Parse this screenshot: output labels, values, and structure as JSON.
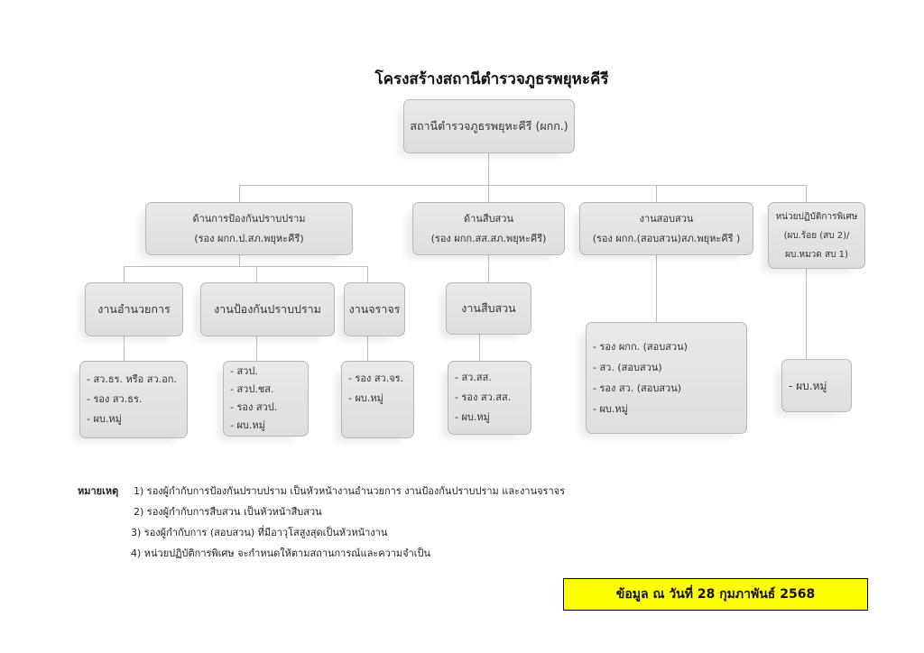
{
  "title": "โครงสร้างสถานีตำรวจภูธรพยุหะคีรี",
  "root": "สถานีตำรวจภูธรพยุหะคีรี (ผกก.)",
  "level2": [
    {
      "line1": "ด้านการป้องกันปราบปราม",
      "line2": "(รอง ผกก.ป.สภ.พยุหะคีรี)"
    },
    {
      "line1": "ด้านสืบสวน",
      "line2": "(รอง ผกก.สส.สภ.พยุหะคีรี)"
    },
    {
      "line1": "งานสอบสวน",
      "line2": "(รอง ผกก.(สอบสวน)สภ.พยุหะคีรี )"
    },
    {
      "line1": "หน่วยปฏิบัติการพิเศษ",
      "line2": "(ผบ.ร้อย (สบ 2)/",
      "line3": "ผบ.หมวด สบ 1)"
    }
  ],
  "level3": [
    "งานอำนวยการ",
    "งานป้องกันปราบปราม",
    "งานจราจร",
    "งานสืบสวน"
  ],
  "level4": [
    [
      "- สว.ธร. หรือ สว.อก.",
      "- รอง สว.ธร.",
      "- ผบ.หมู่"
    ],
    [
      "- สวป.",
      "- สวป.ชส.",
      "- รอง สวป.",
      "- ผบ.หมู่"
    ],
    [
      "- รอง สว.จร.",
      "- ผบ.หมู่"
    ],
    [
      "- สว.สส.",
      "- รอง สว.สส.",
      "- ผบ.หมู่"
    ]
  ],
  "investigation_staff": [
    "- รอง ผกก. (สอบสวน)",
    "- สว. (สอบสวน)",
    "- รอง สว. (สอบสวน)",
    "- ผบ.หมู่"
  ],
  "special_staff": [
    "- ผบ.หมู่"
  ],
  "notes": {
    "label": "หมายเหตุ",
    "items": [
      "1) รองผู้กำกับการป้องกันปราบปราม เป็นหัวหน้างานอำนวยการ งานป้องกันปราบปราม และงานจราจร",
      "2) รองผู้กำกับการสืบสวน เป็นหัวหน้าสืบสวน",
      "3) รองผู้กำกับการ (สอบสวน) ที่มีอาวุโสสูงสุดเป็นหัวหน้างาน",
      "4) หน่วยปฏิบัติการพิเศษ จะกำหนดให้ตามสถานการณ์และความจำเป็น"
    ]
  },
  "date_note": "ข้อมูล ณ วันที่ 28 กุมภาพันธ์ 2568"
}
